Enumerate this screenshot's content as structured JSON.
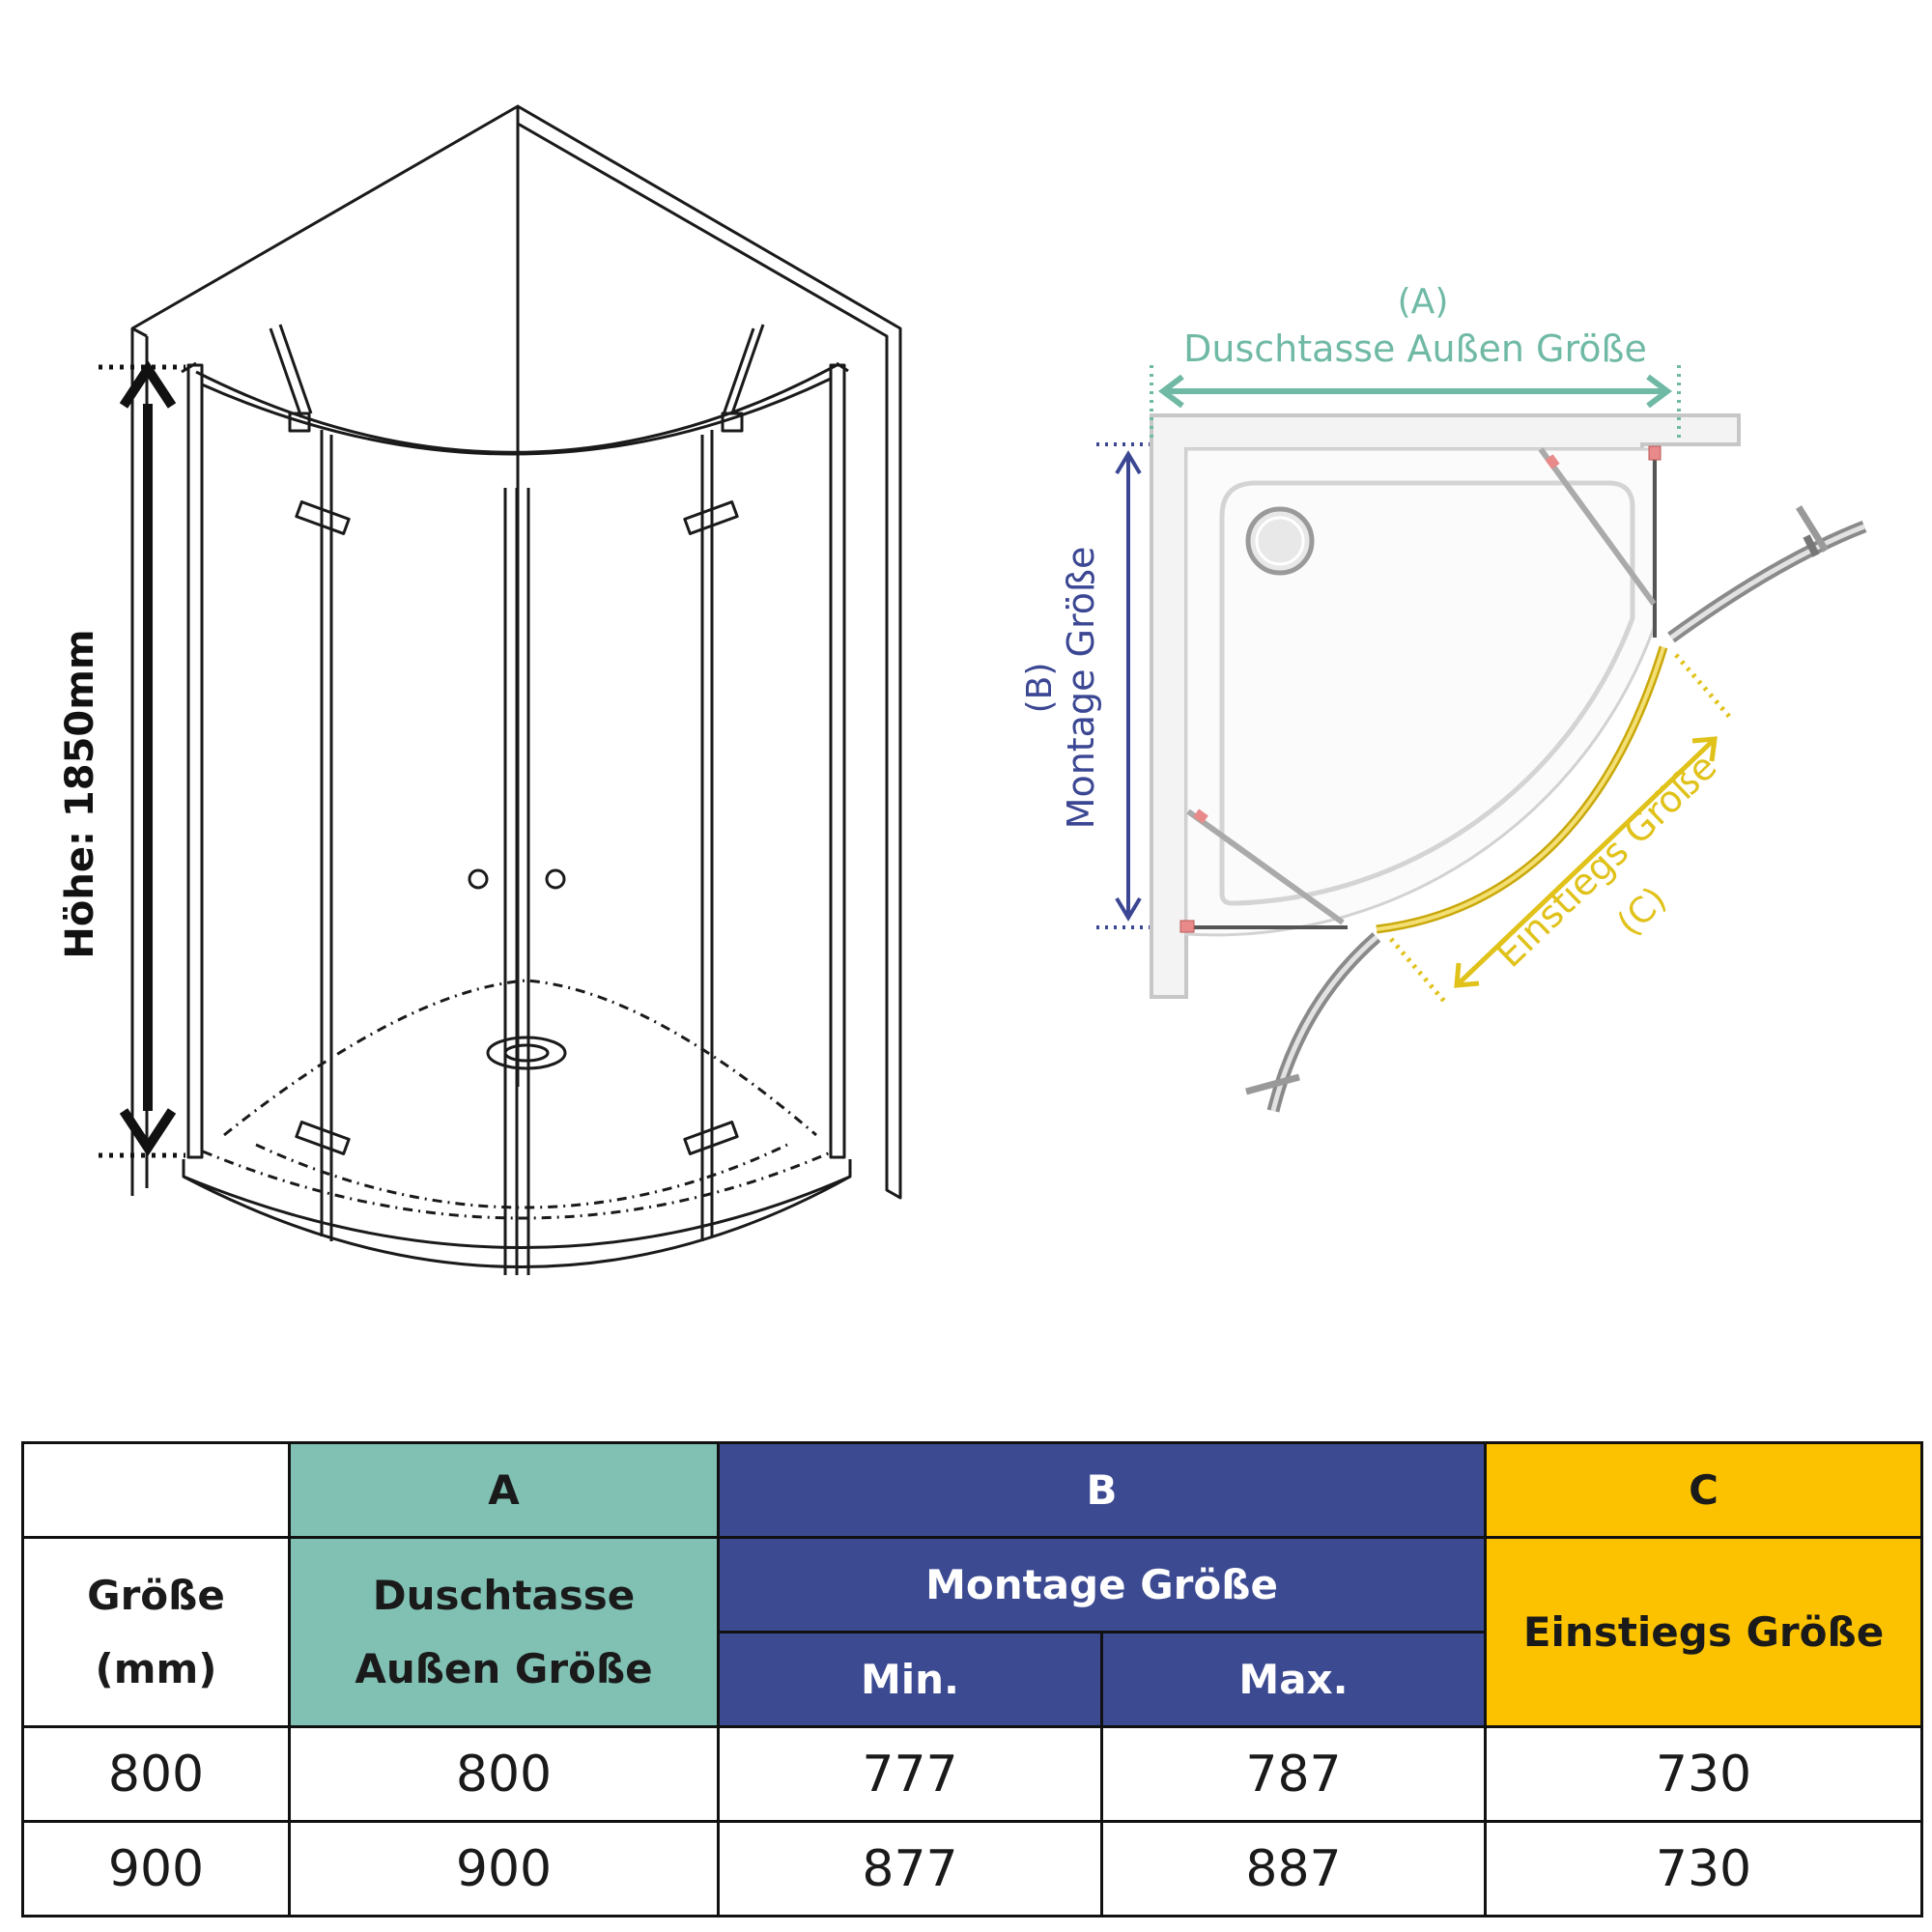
{
  "colors": {
    "teal": "#81c1b4",
    "teal_text": "#6fb9a5",
    "navy": "#3c4a92",
    "navy_text": "#3b4793",
    "yellow": "#fcc200",
    "yellow_text": "#e0c21a",
    "line": "#1a1a1a"
  },
  "left_view": {
    "height_label": "Höhe: 1850mm"
  },
  "top_view": {
    "a_letter": "(A)",
    "a_title": "Duschtasse Außen Größe",
    "b_letter": "(B)",
    "b_title": "Montage Größe",
    "c_title": "Einstiegs Größe",
    "c_letter": "(C)"
  },
  "table": {
    "col_a_letter": "A",
    "col_b_letter": "B",
    "col_c_letter": "C",
    "size_label_line1": "Größe",
    "size_label_line2": "(mm)",
    "a_title_line1": "Duschtasse",
    "a_title_line2": "Außen Größe",
    "b_title": "Montage Größe",
    "b_min": "Min.",
    "b_max": "Max.",
    "c_title": "Einstiegs Größe",
    "rows": [
      {
        "size": "800",
        "a": "800",
        "b_min": "777",
        "b_max": "787",
        "c": "730"
      },
      {
        "size": "900",
        "a": "900",
        "b_min": "877",
        "b_max": "887",
        "c": "730"
      }
    ]
  }
}
